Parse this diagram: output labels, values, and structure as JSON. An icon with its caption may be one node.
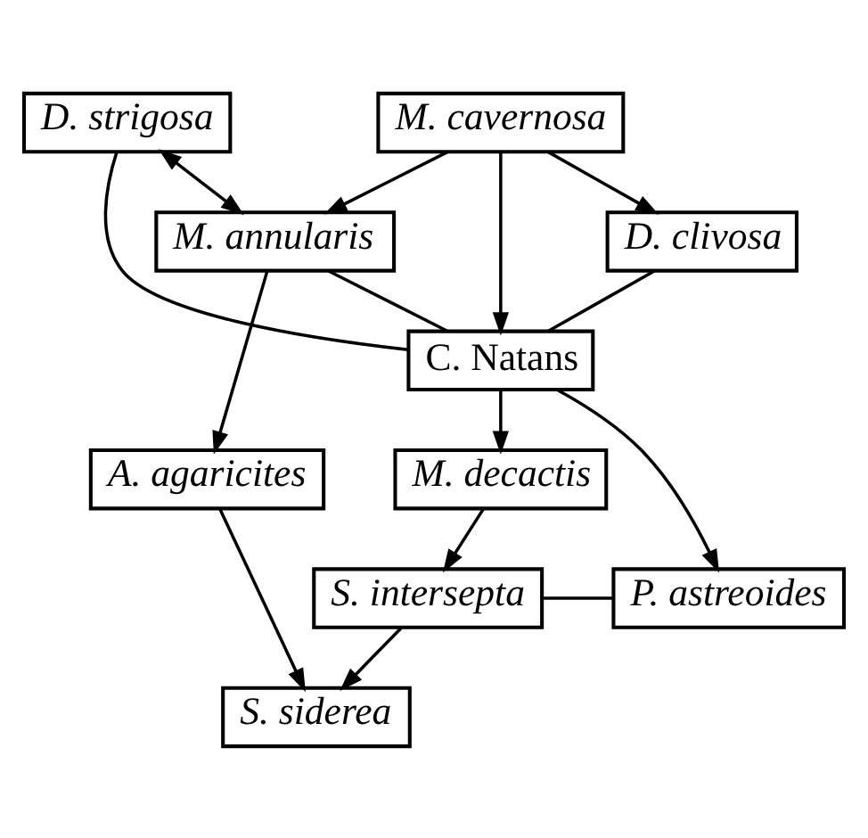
{
  "diagram": {
    "nodes": [
      {
        "text": [
          "M. cavernosa"
        ]
      },
      {
        "text": [
          "D. strigosa"
        ]
      },
      {
        "text": [
          "M. annularis"
        ]
      },
      {
        "text": [
          "D. clivosa"
        ]
      },
      {
        "text": [
          "C. Natans"
        ]
      },
      {
        "text": [
          "M. decactis"
        ]
      },
      {
        "text": [
          "P. astreoides"
        ]
      },
      {
        "text": [
          "S. intersepta"
        ]
      },
      {
        "text": [
          "A. agaricites"
        ]
      },
      {
        "text": [
          "S. siderea"
        ]
      }
    ],
    "edges": [
      {
        "from": 0,
        "to": 2,
        "arrow": "to"
      },
      {
        "from": 0,
        "to": 4,
        "arrow": "to"
      },
      {
        "from": 0,
        "to": 3,
        "arrow": "to"
      },
      {
        "from": 1,
        "to": 2,
        "arrow": "both"
      },
      {
        "from": 1,
        "to": 4,
        "arrow": "none"
      },
      {
        "from": 2,
        "to": 4,
        "arrow": "none"
      },
      {
        "from": 3,
        "to": 4,
        "arrow": "none"
      },
      {
        "from": 2,
        "to": 8,
        "arrow": "to"
      },
      {
        "from": 4,
        "to": 5,
        "arrow": "to"
      },
      {
        "from": 4,
        "to": 6,
        "arrow": "to"
      },
      {
        "from": 5,
        "to": 7,
        "arrow": "to"
      },
      {
        "from": 6,
        "to": 7,
        "arrow": "none"
      },
      {
        "from": 7,
        "to": 9,
        "arrow": "to"
      },
      {
        "from": 8,
        "to": 9,
        "arrow": "to"
      }
    ]
  }
}
